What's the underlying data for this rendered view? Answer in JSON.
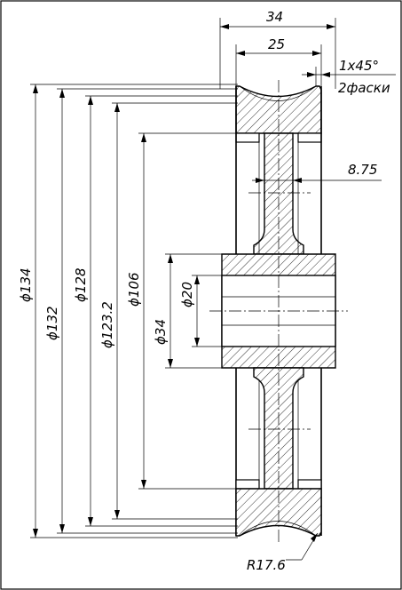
{
  "drawing": {
    "subject": "pulley wheel cross-section",
    "dimensions": {
      "overall_width": "34",
      "rim_width": "25",
      "chamfer": "1x45°",
      "chamfer_note": "2фаски",
      "web_thickness": "8.75",
      "d_outer": "ϕ134",
      "d_132": "ϕ132",
      "d_128": "ϕ128",
      "d_123_2": "ϕ123.2",
      "d_106": "ϕ106",
      "d_hub": "ϕ34",
      "d_bore": "ϕ20",
      "groove_radius": "R17.6"
    }
  }
}
